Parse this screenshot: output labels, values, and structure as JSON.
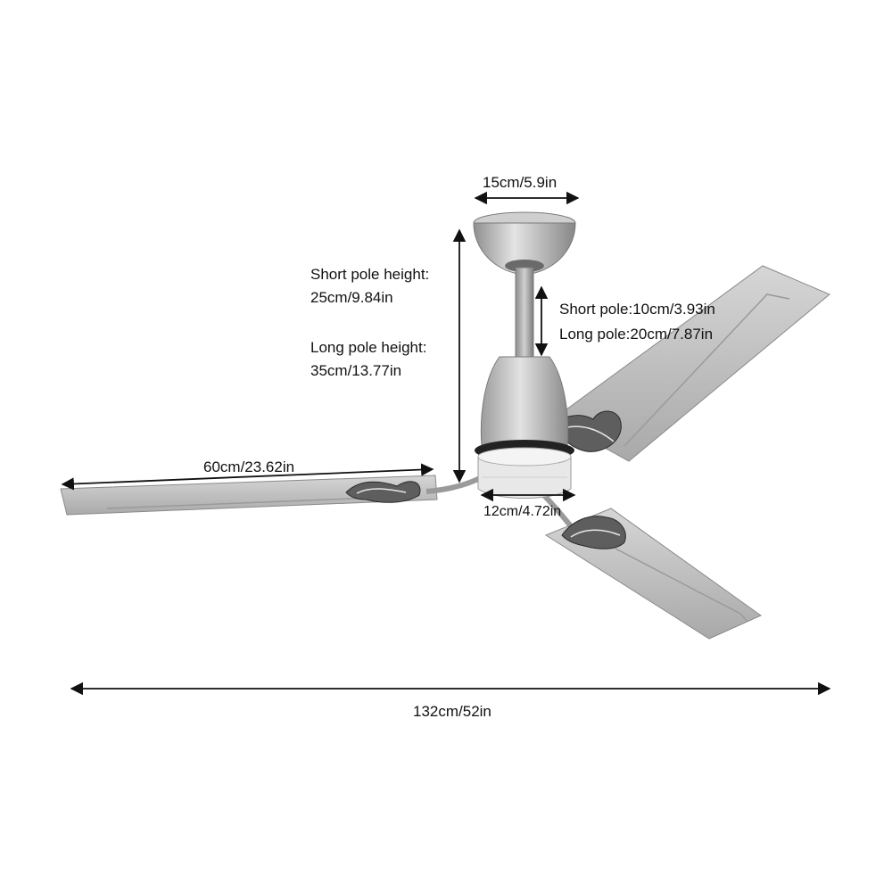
{
  "dimensions": {
    "canopy_width": "15cm/5.9in",
    "short_pole_height_label": "Short pole height:",
    "short_pole_height_value": "25cm/9.84in",
    "long_pole_height_label": "Long pole height:",
    "long_pole_height_value": "35cm/13.77in",
    "short_pole": "Short pole:10cm/3.93in",
    "long_pole": "Long pole:20cm/7.87in",
    "blade_length": "60cm/23.62in",
    "light_width": "12cm/4.72in",
    "total_span": "132cm/52in"
  },
  "colors": {
    "metal": "#b9b9b9",
    "metal_dark": "#8e8e8e",
    "metal_light": "#dcdcdc",
    "trim": "#222222",
    "light_cover": "#eeeeee",
    "arrow": "#111111"
  },
  "icons": {
    "fan": "ceiling-fan-icon",
    "ornament": "leaf-ornament-icon"
  }
}
